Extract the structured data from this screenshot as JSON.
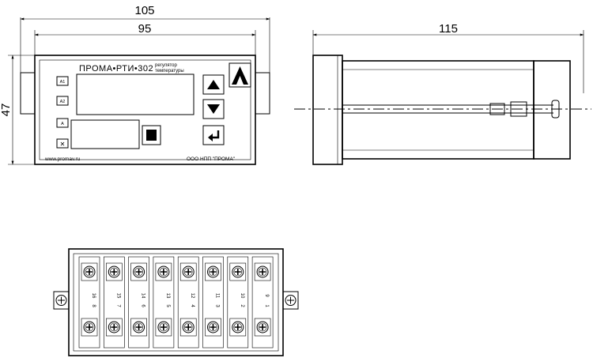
{
  "dimensions": {
    "front_width_outer": "105",
    "front_width_inner": "95",
    "front_height": "47",
    "side_depth": "115"
  },
  "front_panel": {
    "brand_title": "ПРОМА•РТИ•302",
    "subtitle_line1": "регулятор",
    "subtitle_line2": "температуры",
    "website": "www.promav.ru",
    "manufacturer": "ООО НПП \"ПРОМА\"",
    "led_labels": [
      "A1",
      "A2",
      "A",
      "✕"
    ]
  },
  "terminal_block": {
    "top_numbers": [
      "16",
      "15",
      "14",
      "13",
      "12",
      "11",
      "10",
      "9"
    ],
    "bottom_numbers": [
      "8",
      "7",
      "6",
      "5",
      "4",
      "3",
      "2",
      "1"
    ]
  }
}
